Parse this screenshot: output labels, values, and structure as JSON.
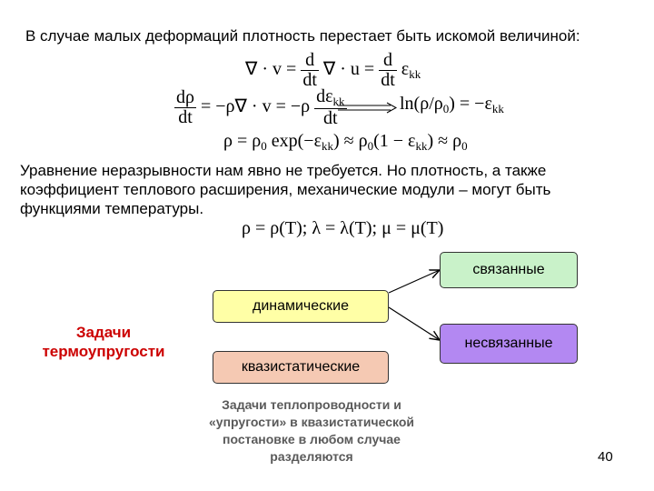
{
  "heading": "В случае малых деформаций плотность перестает быть искомой величиной:",
  "equations": {
    "eq1": {
      "lhs": "∇ · v =",
      "d1_num": "d",
      "d1_den": "dt",
      "mid": "∇ · u =",
      "d2_num": "d",
      "d2_den": "dt",
      "rhs": "ε",
      "rhs_sub": "kk"
    },
    "eq2": {
      "lhs_num": "dρ",
      "lhs_den": "dt",
      "mid": "= −ρ∇ · v = −ρ",
      "rhs_num": "dε",
      "rhs_num_sub": "kk",
      "rhs_den": "dt"
    },
    "eq3": {
      "text": "ln(ρ/ρ",
      "sub0": "0",
      "tail": ") = −ε",
      "tail_sub": "kk"
    },
    "eq4": {
      "text": "ρ = ρ",
      "sub0": "0",
      "mid": " exp(−ε",
      "mid_sub": "kk",
      "mid2": ") ≈ ρ",
      "sub1": "0",
      "tail": "(1 − ε",
      "tail_sub": "kk",
      "end": ") ≈ ρ",
      "sub2": "0"
    },
    "eq5": {
      "text": "ρ = ρ(T);  λ = λ(T);  μ = μ(T)"
    }
  },
  "paragraph": "Уравнение неразрывности нам явно не требуется. Но плотность, а также коэффициент теплового расширения, механические модули – могут быть функциями температуры.",
  "diagram": {
    "task_label": "Задачи термоупругости",
    "dynamic": "динамические",
    "quasistatic": "квазистатические",
    "coupled": "связанные",
    "uncoupled": "несвязанные",
    "note": "Задачи теплопроводности и «упругости» в квазистатической постановке в любом случае разделяются"
  },
  "colors": {
    "dynamic_fill": "#ffffa6",
    "quasistatic_fill": "#f5c9b3",
    "coupled_fill": "#c9f2c9",
    "uncoupled_fill": "#b388f2",
    "task_label": "#cc0000",
    "note": "#5a5a5a"
  },
  "page_number": "40"
}
